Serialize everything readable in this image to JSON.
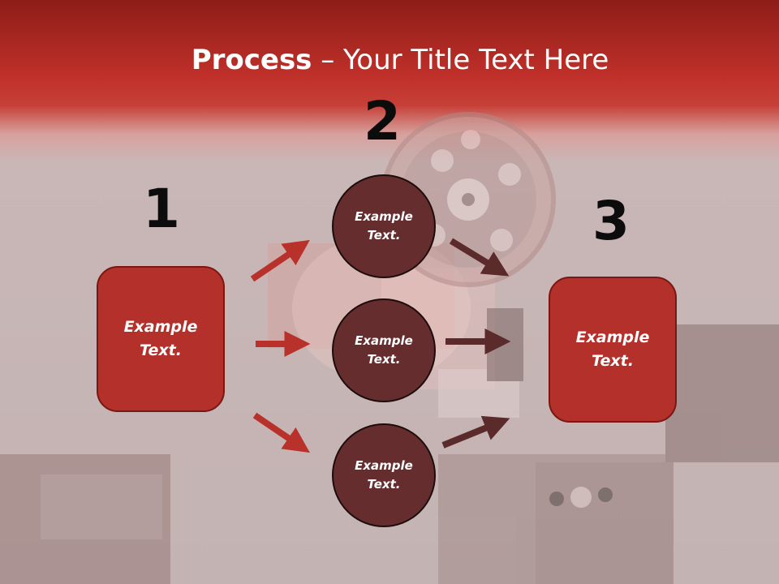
{
  "slide": {
    "title_bold": "Process",
    "title_rest": " – Your Title Text Here"
  },
  "steps": {
    "n1": "1",
    "n2": "2",
    "n3": "3"
  },
  "left_box": {
    "label": "Example\nText."
  },
  "circles": [
    {
      "label": "Example\nText."
    },
    {
      "label": "Example\nText."
    },
    {
      "label": "Example\nText."
    }
  ],
  "right_box": {
    "label": "Example\nText."
  },
  "colors": {
    "accent_red": "#b4302a",
    "circle_fill": "#652d2d",
    "arrow_red": "#b8312b",
    "arrow_dark": "#5b2a2a"
  }
}
